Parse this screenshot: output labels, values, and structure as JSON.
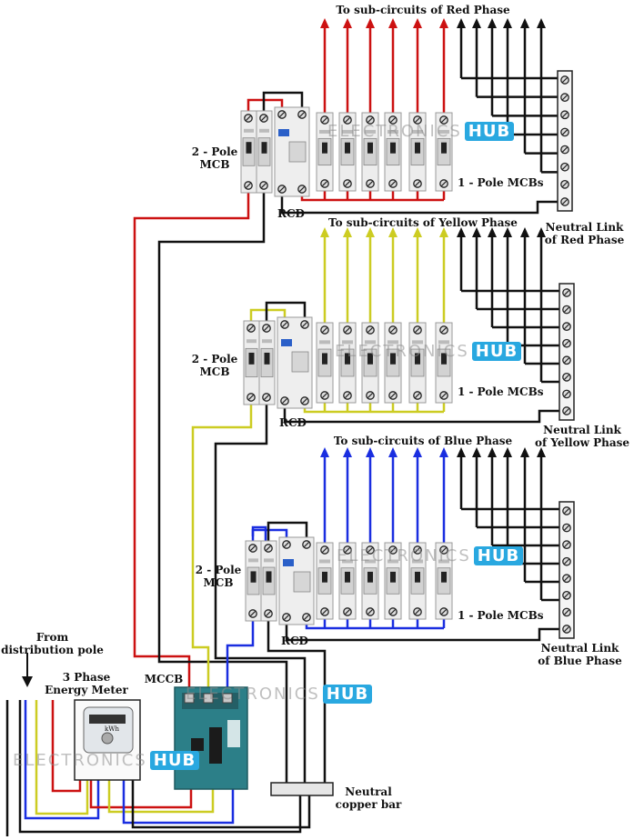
{
  "sections": [
    {
      "id": "red",
      "title": "To sub-circuits of Red Phase",
      "mcb2_label": "2 - Pole\nMCB",
      "rcd_label": "RCD",
      "mcb1_label": "1 - Pole MCBs",
      "neutral_label": "Neutral Link\nof Red Phase",
      "color": "#cc1111"
    },
    {
      "id": "yellow",
      "title": "To sub-circuits of Yellow Phase",
      "mcb2_label": "2 - Pole\nMCB",
      "rcd_label": "RCD",
      "mcb1_label": "1 - Pole MCBs",
      "neutral_label": "Neutral Link\nof Yellow Phase",
      "color": "#cccc22"
    },
    {
      "id": "blue",
      "title": "To sub-circuits of Blue Phase",
      "mcb2_label": "2 - Pole\nMCB",
      "rcd_label": "RCD",
      "mcb1_label": "1 - Pole MCBs",
      "neutral_label": "Neutral Link\nof Blue Phase",
      "color": "#1a2ee0"
    }
  ],
  "bottom": {
    "from_label": "From\ndistribution pole",
    "meter_label": "3 Phase\nEnergy Meter",
    "mccb_label": "MCCB",
    "copper_label": "Neutral\ncopper bar",
    "meter_unit": "kWh"
  },
  "watermark": {
    "text": "ELECTRONICS",
    "hub": "HUB"
  },
  "colors": {
    "wire_black": "#111111",
    "device_grey": "#e6e6e6",
    "mccb_teal": "#2c7f88",
    "hub_blue": "#29a8e0"
  }
}
